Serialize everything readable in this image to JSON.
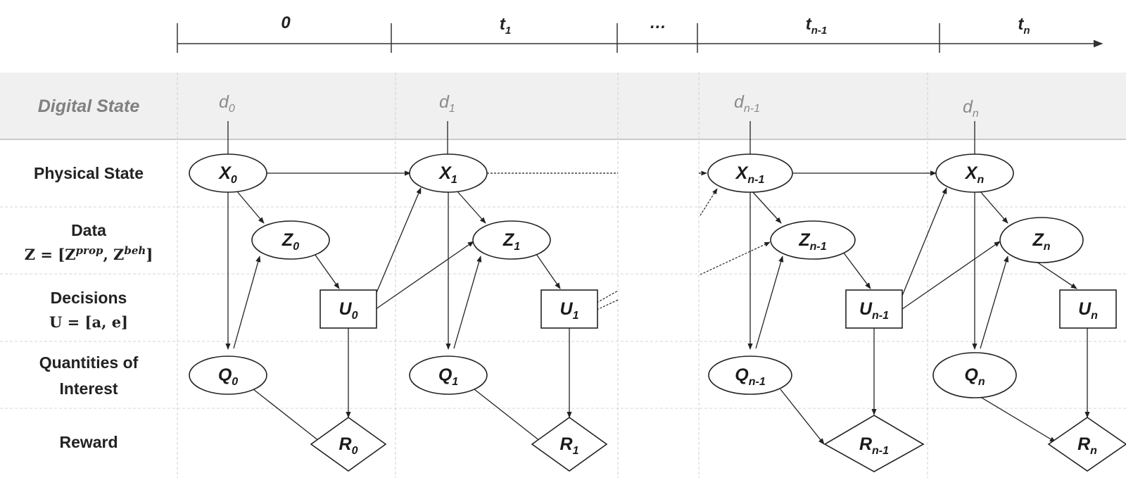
{
  "timeline": {
    "labels": [
      {
        "main": "0",
        "sub": ""
      },
      {
        "main": "t",
        "sub": "1"
      },
      {
        "main": "…",
        "sub": ""
      },
      {
        "main": "t",
        "sub": "n-1"
      },
      {
        "main": "t",
        "sub": "n"
      }
    ]
  },
  "rows": {
    "digital_state": "Digital State",
    "physical_state": "Physical State",
    "data": {
      "label": "Data",
      "formula_lhs": "Z = [Z",
      "formula_sup1": "prop",
      "formula_mid": ", Z",
      "formula_sup2": "beh",
      "formula_end": "]"
    },
    "decisions": {
      "label": "Decisions",
      "formula": "U = [a, e]"
    },
    "qoi": {
      "line1": "Quantities of",
      "line2": "Interest"
    },
    "reward": "Reward"
  },
  "digital_states": [
    {
      "main": "d",
      "sub": "0"
    },
    {
      "main": "d",
      "sub": "1"
    },
    {
      "main": "d",
      "sub": "n-1"
    },
    {
      "main": "d",
      "sub": "n"
    }
  ],
  "nodes": {
    "X": [
      {
        "main": "X",
        "sub": "0"
      },
      {
        "main": "X",
        "sub": "1"
      },
      {
        "main": "X",
        "sub": "n-1"
      },
      {
        "main": "X",
        "sub": "n"
      }
    ],
    "Z": [
      {
        "main": "Z",
        "sub": "0"
      },
      {
        "main": "Z",
        "sub": "1"
      },
      {
        "main": "Z",
        "sub": "n-1"
      },
      {
        "main": "Z",
        "sub": "n"
      }
    ],
    "U": [
      {
        "main": "U",
        "sub": "0"
      },
      {
        "main": "U",
        "sub": "1"
      },
      {
        "main": "U",
        "sub": "n-1"
      },
      {
        "main": "U",
        "sub": "n"
      }
    ],
    "Q": [
      {
        "main": "Q",
        "sub": "0"
      },
      {
        "main": "Q",
        "sub": "1"
      },
      {
        "main": "Q",
        "sub": "n-1"
      },
      {
        "main": "Q",
        "sub": "n"
      }
    ],
    "R": [
      {
        "main": "R",
        "sub": "0"
      },
      {
        "main": "R",
        "sub": "1"
      },
      {
        "main": "R",
        "sub": "n-1"
      },
      {
        "main": "R",
        "sub": "n"
      }
    ]
  },
  "colors": {
    "digital_band": "#f0f0f0",
    "digital_text": "#808080",
    "node_stroke": "#222222"
  }
}
